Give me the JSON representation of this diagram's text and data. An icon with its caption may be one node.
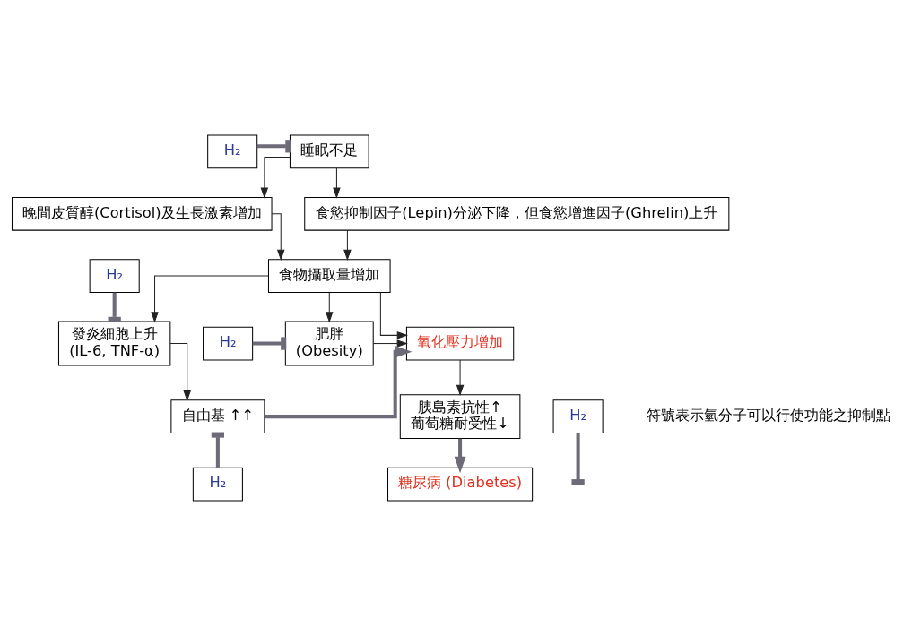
{
  "diagram": {
    "nodes": [
      {
        "text": [
          "睡眠不足"
        ]
      },
      {
        "text": [
          "H₂"
        ]
      },
      {
        "text": [
          "晚間皮質醇(Cortisol)及生長激素增加"
        ]
      },
      {
        "text": [
          "食慾抑制因子(Lepin)分泌下降，但食慾增進因子(Ghrelin)上升"
        ]
      },
      {
        "text": [
          "H₂"
        ]
      },
      {
        "text": [
          "食物攝取量增加"
        ]
      },
      {
        "text": [
          "發炎細胞上升",
          "(IL-6, TNF-α)"
        ]
      },
      {
        "text": [
          "氧化壓力增加"
        ]
      },
      {
        "text": [
          "肥胖",
          "(Obesity)"
        ]
      },
      {
        "text": [
          "H₂"
        ]
      },
      {
        "text": [
          "自由基 ↑↑"
        ]
      },
      {
        "text": [
          "胰島素抗性↑",
          "葡萄糖耐受性↓"
        ]
      },
      {
        "text": [
          "H₂"
        ]
      },
      {
        "text": [
          "糖尿病 (Diabetes)"
        ]
      },
      {
        "text": [
          "H₂"
        ]
      }
    ],
    "edges": [
      {
        "from": 1,
        "to": 0,
        "arrow": "other",
        "style": "thick",
        "color": "#6e6a78"
      },
      {
        "from": 0,
        "to": 2,
        "arrow": "to"
      },
      {
        "from": 0,
        "to": 3,
        "arrow": "to"
      },
      {
        "from": 2,
        "to": 5,
        "arrow": "to"
      },
      {
        "from": 3,
        "to": 5,
        "arrow": "to"
      },
      {
        "from": 4,
        "to": 6,
        "arrow": "other",
        "style": "thick",
        "color": "#6e6a78"
      },
      {
        "from": 5,
        "to": 6,
        "arrow": "to"
      },
      {
        "from": 5,
        "to": 7,
        "arrow": "to"
      },
      {
        "from": 5,
        "to": 8,
        "arrow": "to"
      },
      {
        "from": 8,
        "to": 7,
        "arrow": "to"
      },
      {
        "from": 9,
        "to": 8,
        "arrow": "other",
        "style": "thick",
        "color": "#6e6a78"
      },
      {
        "from": 6,
        "to": 10,
        "arrow": "to"
      },
      {
        "from": 10,
        "to": 7,
        "arrow": "to",
        "style": "thick",
        "color": "#6e6a78"
      },
      {
        "from": 7,
        "to": 11,
        "arrow": "to"
      },
      {
        "from": 11,
        "to": 13,
        "arrow": "to",
        "style": "thick",
        "color": "#6e6a78"
      },
      {
        "from": 12,
        "to": 10,
        "arrow": "other",
        "style": "thick",
        "color": "#6e6a78"
      },
      {
        "from": 14,
        "to": null,
        "arrow": "other",
        "style": "thick",
        "color": "#6e6a78"
      }
    ],
    "labels": [
      "符號表示氫分子可以行使功能之抑制點"
    ]
  }
}
